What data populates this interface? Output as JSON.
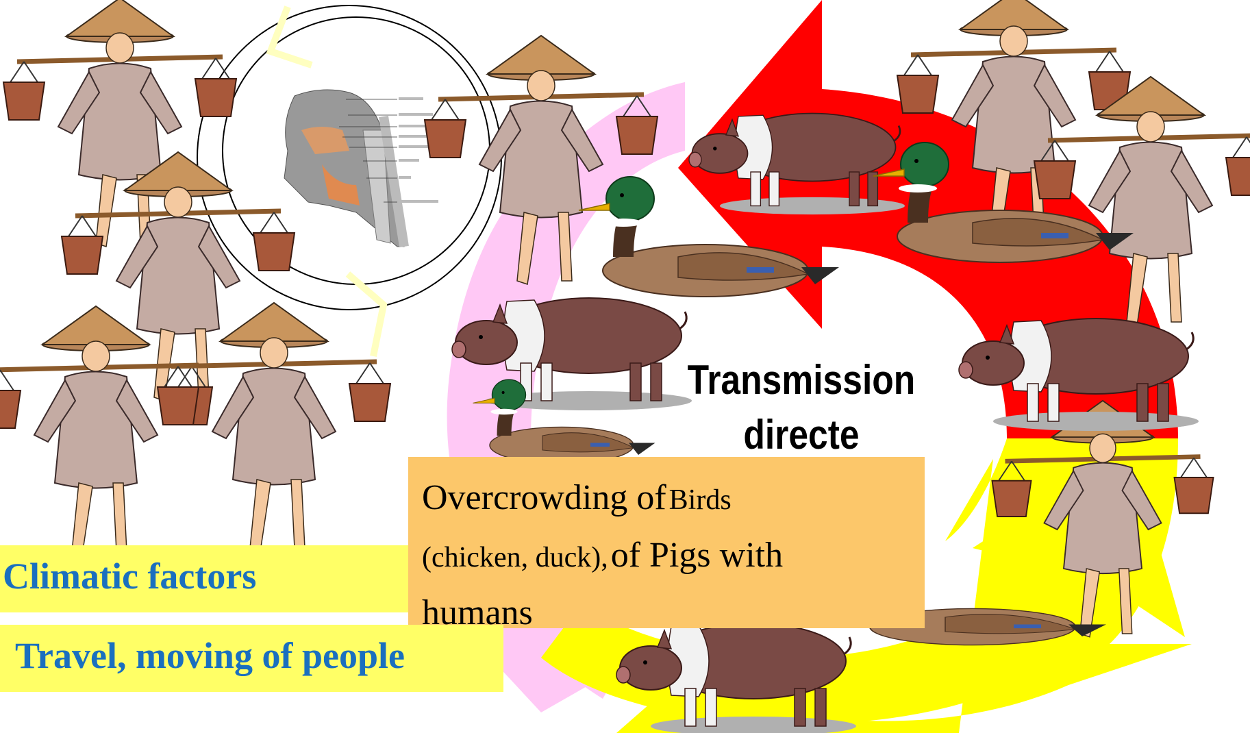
{
  "transmission": {
    "line1": "Transmission",
    "line2": "directe"
  },
  "overcrowding": {
    "part1": "Overcrowding of",
    "part2": "Birds",
    "part3": "(chicken, duck),",
    "part4": "of Pigs with",
    "part5": "humans"
  },
  "labels": {
    "climatic": "Climatic factors",
    "travel": "Travel, moving of people"
  },
  "colors": {
    "red_arrow": "#ff0000",
    "yellow_arrow": "#ffff00",
    "pink_arrow": "#ffc8f5",
    "label_bg": "#ffff66",
    "label_text": "#1a6fbf",
    "box_bg": "#fcc76a"
  },
  "icons": [
    "farmer-icon",
    "duck-icon",
    "pig-icon",
    "head-anatomy-icon"
  ]
}
